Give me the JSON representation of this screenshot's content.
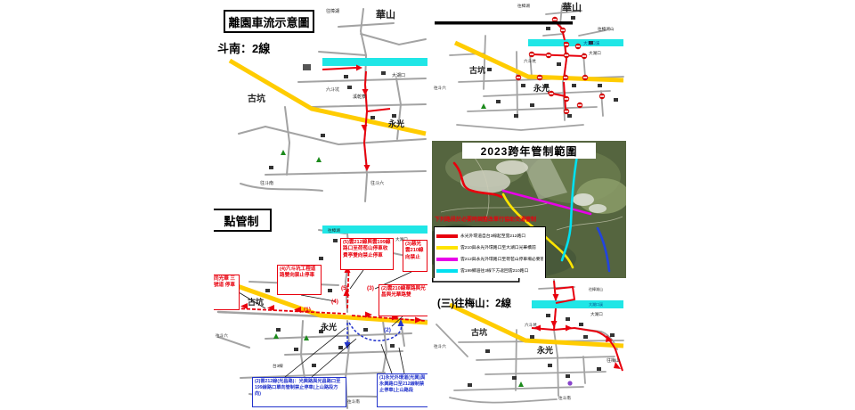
{
  "panel_dounan": {
    "title_box": "離園車流示意圖",
    "subtitle": "斗南：2線",
    "labels": {
      "huashan": "華山",
      "to_zhanghu": "往樟湖",
      "dahukou": "大湖口",
      "gukeng": "古坑",
      "yongguang": "永光",
      "liudoukeng": "六斗坑",
      "xiganliao": "溪乾寮",
      "to_dounan": "往斗南",
      "to_douliu": "往斗六"
    }
  },
  "panel_huashan": {
    "labels": {
      "huashan": "華山",
      "river": "大湖口溪",
      "dahukou": "大湖口",
      "gukeng": "古坑",
      "yongguang": "永光",
      "liudoukeng": "六斗坑",
      "to_zhanghu": "往樟湖",
      "to_zhanghushan": "往樟湖山",
      "to_douliu": "往斗六"
    }
  },
  "panel_satellite": {
    "title": "2023跨年管制範圍",
    "warning": "下列路段於必要時調整改單行協助交通管制",
    "legend": [
      {
        "color": "#e8000d",
        "label": "永光外環道自台3線起至雲212路口"
      },
      {
        "color": "#ffe400",
        "label": "雲210與永光外環路口至大湖口光華橋前"
      },
      {
        "color": "#e800e8",
        "label": "雲212與永光外環路口至荷苞山停車場必要管制"
      },
      {
        "color": "#00e0f0",
        "label": "雲199鄉道往3線下方返回雲210路口"
      }
    ]
  },
  "panel_control": {
    "title_box": "點管制",
    "callout_5": "(5)雲212線與雲199線路口至荷苞山停車收費亭雙向禁止停車",
    "callout_3": "(3)慈光 雲210線 向禁止",
    "callout_4": "(4)六斗坑工程道路雙向禁止停車",
    "callout_2": "(2)雲210線華路與光昌與光華路雙",
    "callout_6": "同光華 三號道 停車",
    "callout_blue_2": "(2)雲212線(光昌路)：光興路與光昌路口至199線路口單向管制禁止停車(上山路段方向)",
    "callout_blue_1": "(1)永光外環道(光興)與永興路口至212線制禁止停車(上山路段",
    "markers": {
      "m1": "(1)",
      "m2": "(2)",
      "m3": "(3)",
      "m4": "(4)",
      "m5": "(5)"
    },
    "labels": {
      "gukeng": "古坑",
      "yongguang": "永光",
      "dahukou": "大湖口",
      "to_zhanghu": "往樟湖",
      "tai3": "台3線",
      "to_dounan": "往斗南",
      "to_douliu": "往斗六"
    }
  },
  "panel_meishan": {
    "subtitle": "(三)往梅山：2線",
    "labels": {
      "gukeng": "古坑",
      "yongguang": "永光",
      "liudoukeng": "六斗坑",
      "river": "大湖口溪",
      "dahukou": "大湖口",
      "to_meishan": "往梅山",
      "to_zhanghushan": "往樟湖山",
      "to_dounan": "往斗南",
      "to_douliu": "往斗六"
    }
  }
}
